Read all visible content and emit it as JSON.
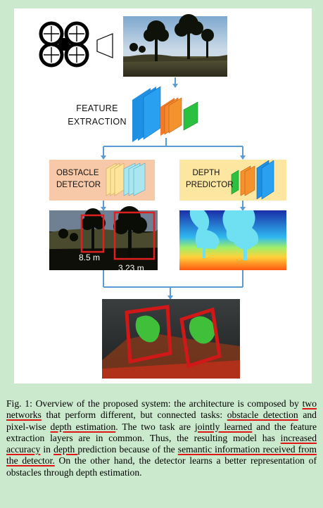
{
  "figure": {
    "feature_extraction_line1": "FEATURE",
    "feature_extraction_line2": "EXTRACTION",
    "obstacle_detector_line1": "OBSTACLE",
    "obstacle_detector_line2": "DETECTOR",
    "depth_predictor_line1": "DEPTH",
    "depth_predictor_line2": "PREDICTOR",
    "distance_1": "8.5 m",
    "distance_2": "3.23 m"
  },
  "caption": {
    "t01": "Fig. 1: Overview of the proposed system: the architecture is composed by ",
    "u01": "two networks",
    "t02": " that perform different, but connected tasks: ",
    "u02": "obstacle detection",
    "t03": " and pixel-wise ",
    "u03": "depth estimation",
    "t04": ". The two task are ",
    "u04": "jointly learned",
    "t05": " and the feature extraction layers are in common. Thus, the resulting model has ",
    "u05": "increased accuracy",
    "t06": " in ",
    "u06": "depth ",
    "t07": "prediction because of the ",
    "u07": "semantic information received from the detector.",
    "t08": " On the other hand, the detector learns a better representation of obstacles through depth estimation."
  }
}
